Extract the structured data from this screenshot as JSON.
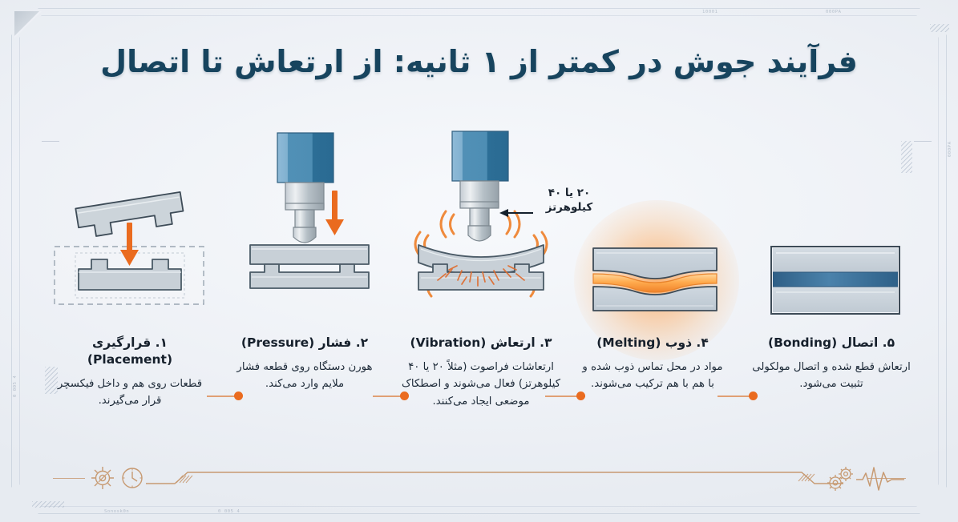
{
  "meta": {
    "language": "fa",
    "direction": "rtl"
  },
  "header": {
    "title": "فرآیند جوش در کمتر از ۱ ثانیه: از ارتعاش تا اتصال"
  },
  "colors": {
    "title_blue": "#17445e",
    "accent_orange": "#ea6b1f",
    "horn_blue": "#4f8fb5",
    "part_gray": "#c3ccd3",
    "weld_blue": "#36699a",
    "ornament_tan": "#c79a72",
    "background": "#eef1f5"
  },
  "annotation": {
    "frequency_label": "۲۰ یا ۴۰ کیلوهرتز",
    "arrow_icon": "arrow-left-icon"
  },
  "steps": [
    {
      "number": "۱",
      "title": "۱. قرارگیری (Placement)",
      "title_fa": "قرارگیری",
      "title_en": "Placement",
      "description": "قطعات روی هم و داخل فیکسچر قرار می‌گیرند.",
      "icon": "placement-stage-icon"
    },
    {
      "number": "۲",
      "title": "۲. فشار (Pressure)",
      "title_fa": "فشار",
      "title_en": "Pressure",
      "description": "هورن دستگاه روی قطعه فشار ملایم وارد می‌کند.",
      "icon": "pressure-stage-icon"
    },
    {
      "number": "۳",
      "title": "۳. ارتعاش (Vibration)",
      "title_fa": "ارتعاش",
      "title_en": "Vibration",
      "description": "ارتعاشات فراصوت (مثلاً ۲۰ یا ۴۰ کیلوهرتز) فعال می‌شوند و اصطکاک موضعی ایجاد می‌کنند.",
      "icon": "vibration-stage-icon"
    },
    {
      "number": "۴",
      "title": "۴. ذوب (Melting)",
      "title_fa": "ذوب",
      "title_en": "Melting",
      "description": "مواد در محل تماس ذوب شده و با هم با هم ترکیب می‌شوند.",
      "icon": "melting-stage-icon"
    },
    {
      "number": "۵",
      "title": "۵. اتصال (Bonding)",
      "title_fa": "اتصال",
      "title_en": "Bonding",
      "description": "ارتعاش قطع شده و اتصال مولکولی تثبیت می‌شود.",
      "icon": "bonding-stage-icon"
    }
  ],
  "ornaments": {
    "left_icons": [
      "gear-icon",
      "clock-icon"
    ],
    "right_icons": [
      "double-gear-icon",
      "waveform-pulse-icon"
    ]
  },
  "frame_marks": {
    "top_left_code": "10001",
    "top_right_code": "000PA",
    "left_code": "0 005 4",
    "bottom_code": "Sonosk0n"
  }
}
